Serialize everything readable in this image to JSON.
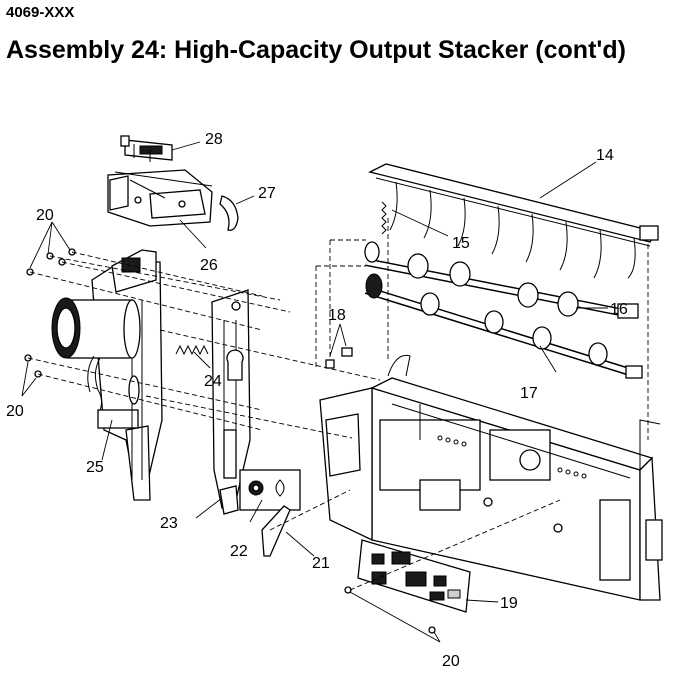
{
  "header": {
    "machine_type": "4069-XXX",
    "title": "Assembly 24: High-Capacity Output Stacker (cont'd)"
  },
  "callouts": {
    "c14": "14",
    "c15": "15",
    "c16": "16",
    "c17": "17",
    "c18": "18",
    "c19": "19",
    "c20a": "20",
    "c20b": "20",
    "c20c": "20",
    "c21": "21",
    "c22": "22",
    "c23": "23",
    "c24": "24",
    "c25": "25",
    "c26": "26",
    "c27": "27",
    "c28": "28"
  }
}
